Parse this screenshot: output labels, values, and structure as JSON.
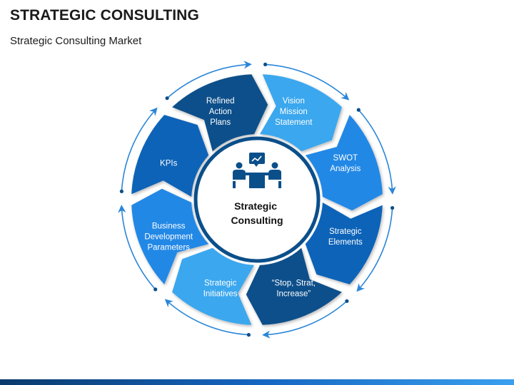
{
  "header": {
    "title": "STRATEGIC CONSULTING",
    "subtitle": "Strategic Consulting Market"
  },
  "diagram": {
    "center_label": [
      "Strategic",
      "Consulting"
    ],
    "center_icon": "meeting-presentation-icon",
    "segments": [
      {
        "id": "refined-action-plans",
        "lines": [
          "Refined",
          "Action",
          "Plans"
        ],
        "color": "#0b4f8a"
      },
      {
        "id": "vision-mission-statement",
        "lines": [
          "Vision",
          "Mission",
          "Statement"
        ],
        "color": "#3aa7ee"
      },
      {
        "id": "swot-analysis",
        "lines": [
          "SWOT",
          "Analysis"
        ],
        "color": "#2388e6"
      },
      {
        "id": "strategic-elements",
        "lines": [
          "Strategic",
          "Elements"
        ],
        "color": "#0b63b8"
      },
      {
        "id": "stop-strat-increase",
        "lines": [
          "“Stop, Strat,",
          "Increase”"
        ],
        "color": "#0b4f8a"
      },
      {
        "id": "strategic-initiatives",
        "lines": [
          "Strategic",
          "Initiatives"
        ],
        "color": "#3aa7ee"
      },
      {
        "id": "business-development-parameters",
        "lines": [
          "Business",
          "Development",
          "Parameters"
        ],
        "color": "#2388e6"
      },
      {
        "id": "kpis",
        "lines": [
          "KPIs"
        ],
        "color": "#0b63b8"
      }
    ],
    "colors": {
      "dark_navy": "#0b4f8a",
      "light_blue": "#3aa7ee",
      "mid_blue": "#2388e6",
      "royal_blue": "#0b63b8",
      "ring": "#0b4f8a",
      "text": "#ffffff"
    }
  }
}
